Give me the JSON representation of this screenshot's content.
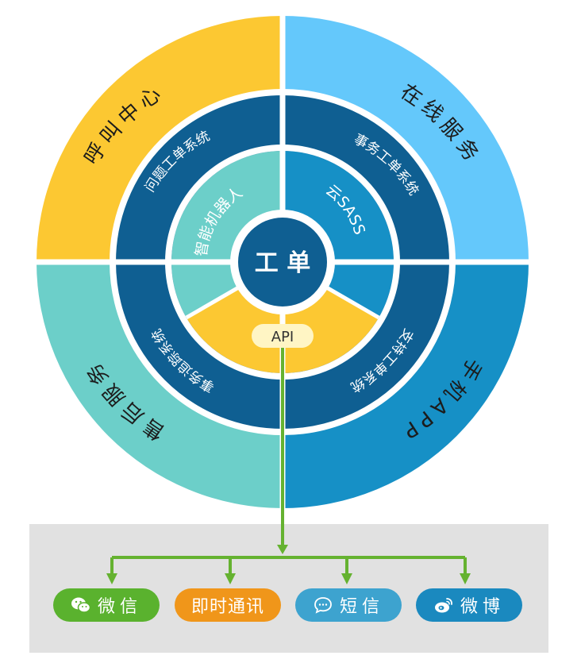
{
  "center": {
    "label": "工 单"
  },
  "inner_ring": [
    {
      "label": "智能机器人",
      "color": "#6ccfc9"
    },
    {
      "label": "云SASS",
      "color": "#1690c6"
    },
    {
      "label": "API",
      "color": "#fcc832"
    }
  ],
  "middle_ring": [
    {
      "label": "问题工单系统"
    },
    {
      "label": "事务工单系统"
    },
    {
      "label": "支持工单系统"
    },
    {
      "label": "事务追踪系统"
    }
  ],
  "outer_ring": [
    {
      "label": "呼叫中心",
      "color": "#fcc832"
    },
    {
      "label": "在线服务",
      "color": "#64c8fb"
    },
    {
      "label": "手机APP",
      "color": "#1690c6"
    },
    {
      "label": "售后服务",
      "color": "#6ccfc9"
    }
  ],
  "channels": [
    {
      "label": "微信",
      "icon": "wechat-icon",
      "color": "#5ab22e"
    },
    {
      "label": "即时通讯",
      "icon": "",
      "color": "#f0961a"
    },
    {
      "label": "短信",
      "icon": "chat-bubble-icon",
      "color": "#3da3cf"
    },
    {
      "label": "微博",
      "icon": "weibo-icon",
      "color": "#1a89bf"
    }
  ],
  "colors": {
    "ring_dark": "#0f5f92",
    "connector": "#65b230",
    "panel": "#e1e1e1",
    "api_pill": "#fff5c4"
  }
}
